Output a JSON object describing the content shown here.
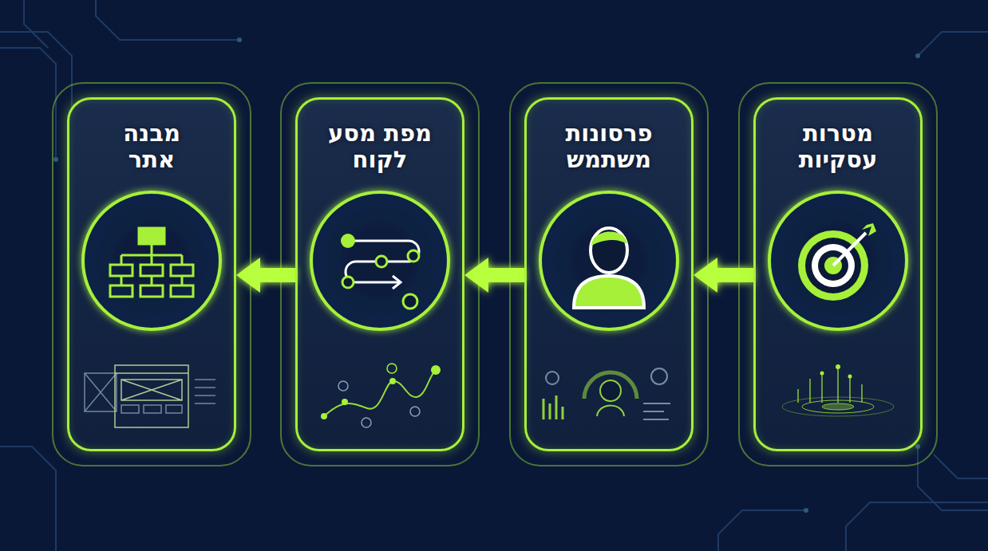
{
  "diagram": {
    "nodes": [
      {
        "text": [
          "מטרות עסקיות"
        ]
      },
      {
        "text": [
          "פרסונות משתמש"
        ]
      },
      {
        "text": [
          "מפת מסע לקוח"
        ]
      },
      {
        "text": [
          "מבנה אתר"
        ]
      }
    ],
    "edges": [
      {
        "from": 0,
        "to": 1,
        "arrow": "to"
      },
      {
        "from": 1,
        "to": 2,
        "arrow": "to"
      },
      {
        "from": 2,
        "to": 3,
        "arrow": "to"
      }
    ]
  }
}
